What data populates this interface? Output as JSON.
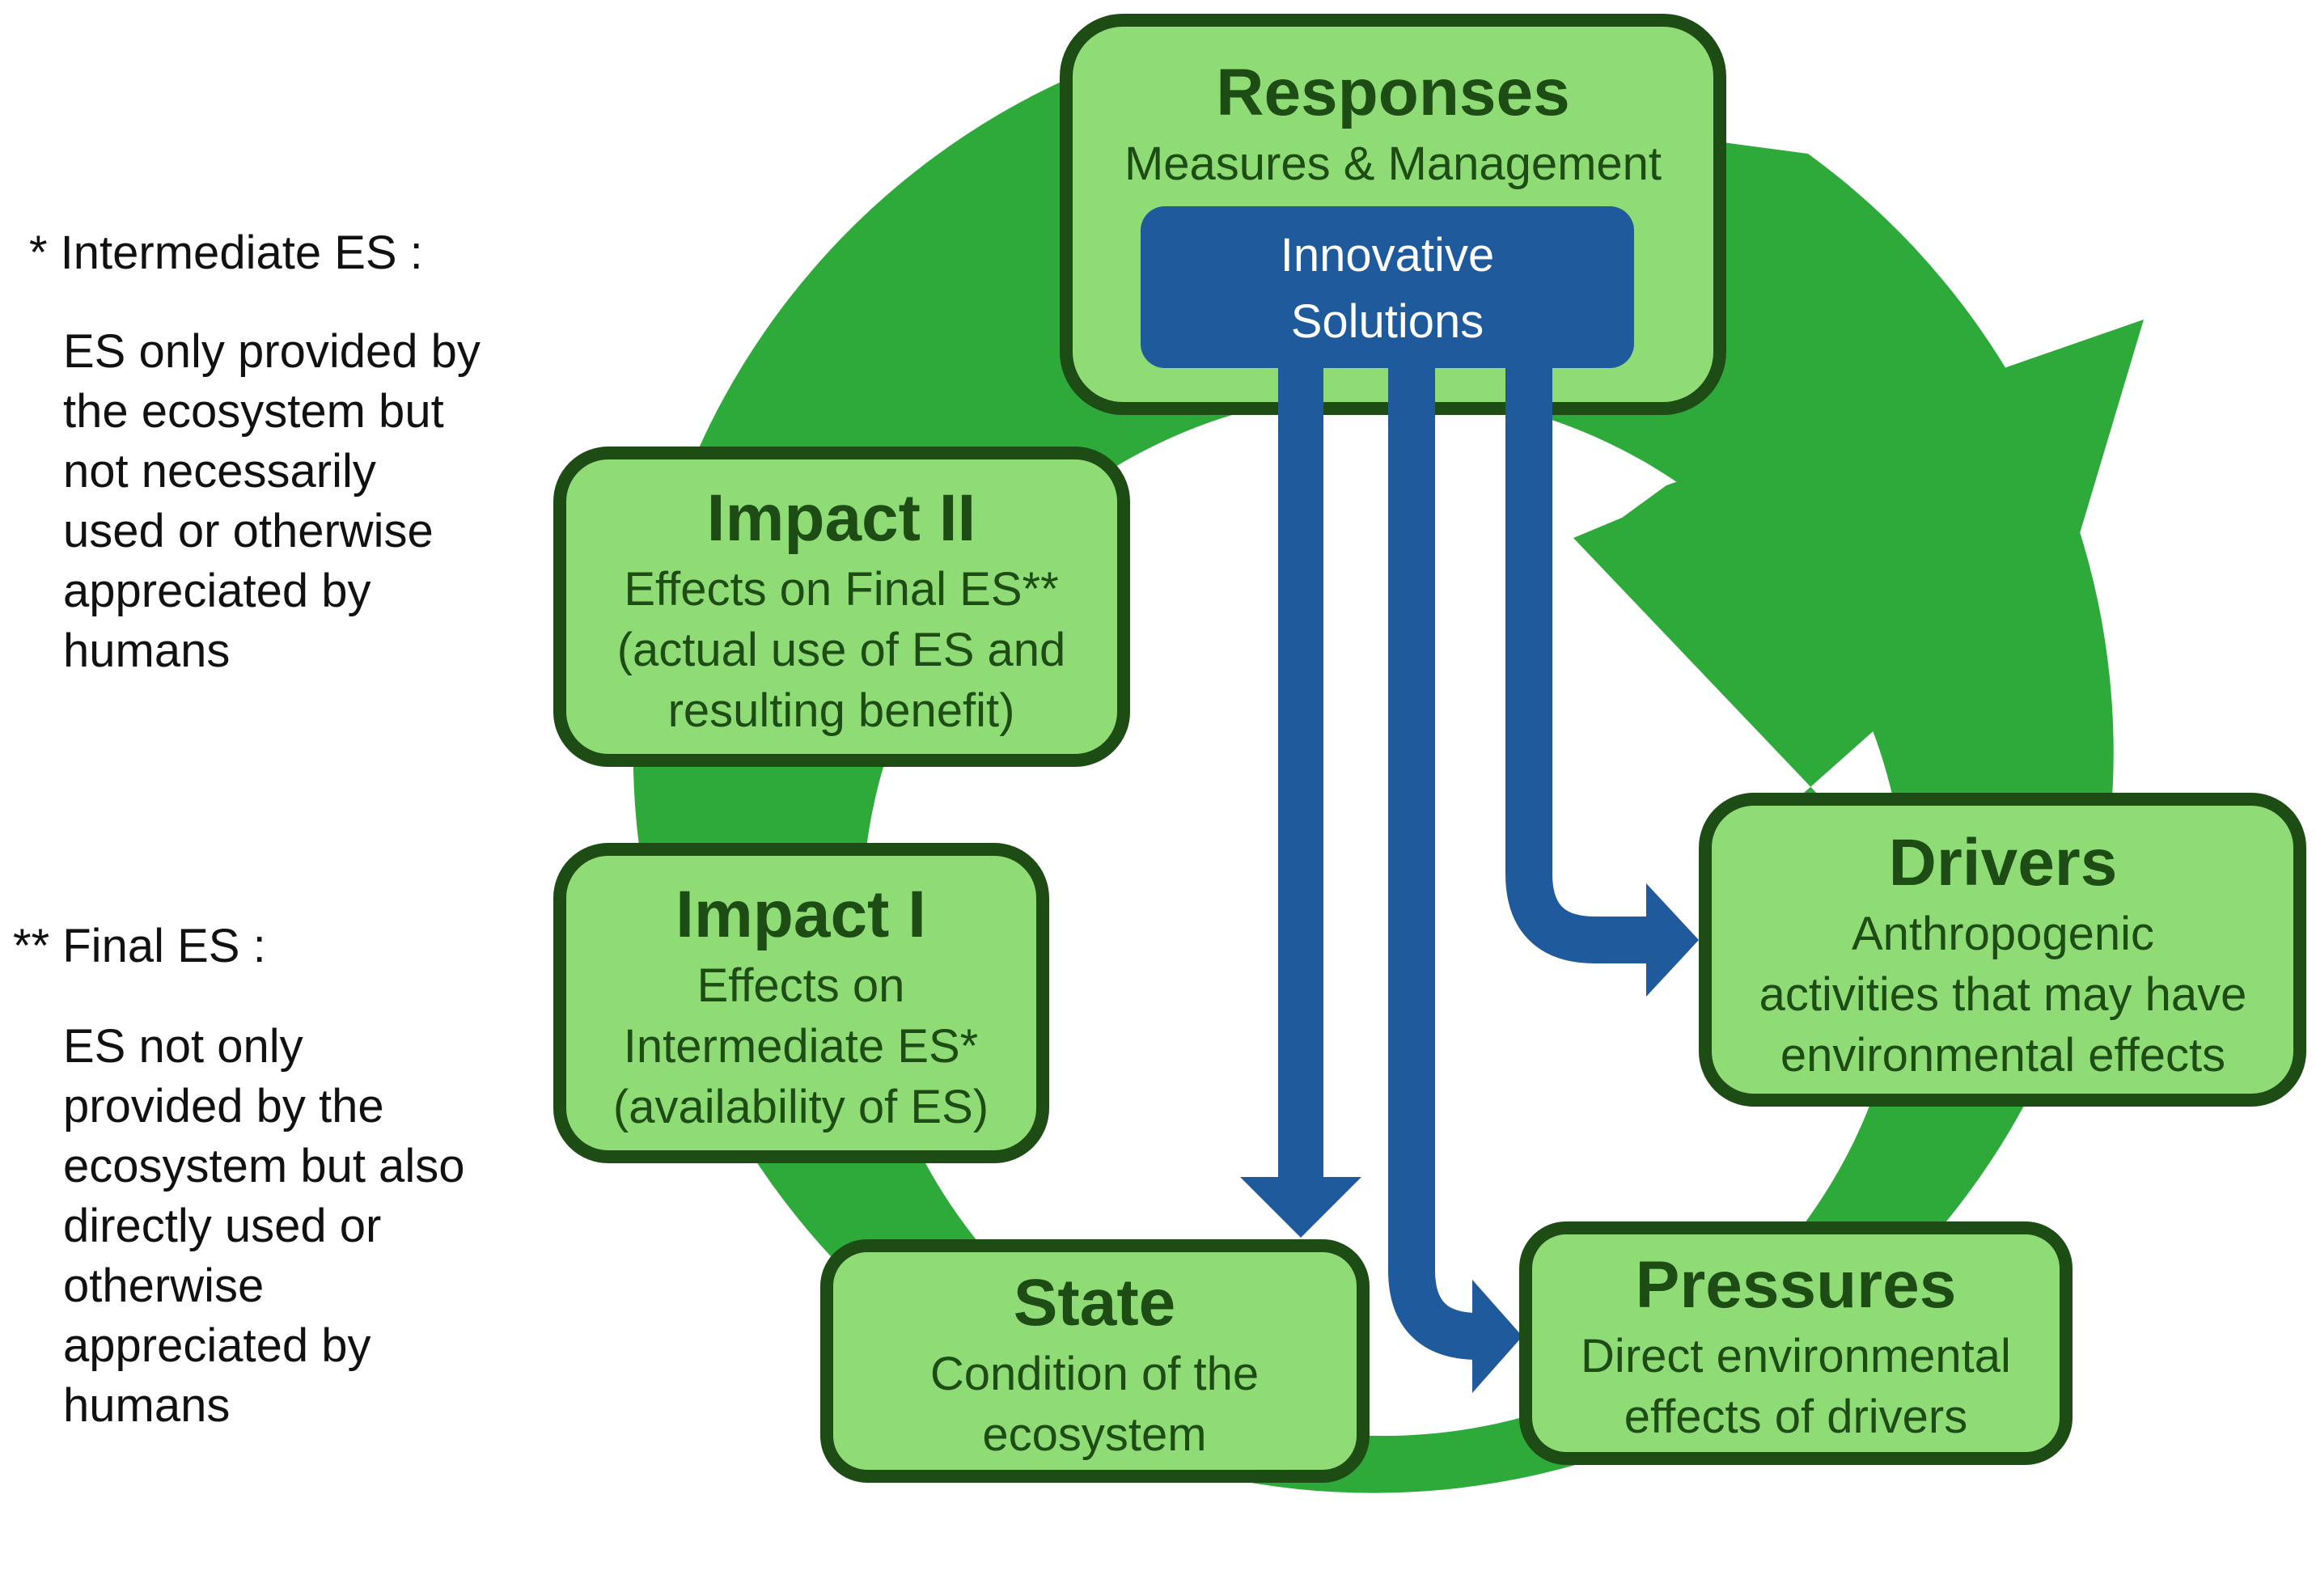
{
  "legend": {
    "intermediate": {
      "heading": "* Intermediate ES :",
      "description": "ES only provided by the ecosystem but not necessarily used or otherwise appreciated by humans"
    },
    "final": {
      "heading": "** Final ES :",
      "description": "ES not only provided by the ecosystem but also directly used or otherwise appreciated by humans"
    }
  },
  "boxes": {
    "responses": {
      "title": "Responses",
      "subtitle": "Measures & Management"
    },
    "innovative": {
      "line1": "Innovative",
      "line2": "Solutions"
    },
    "impact2": {
      "title": "Impact II",
      "lines": [
        "Effects on Final ES**",
        "(actual use of ES and",
        "resulting benefit)"
      ]
    },
    "impact1": {
      "title": "Impact I",
      "lines": [
        "Effects on",
        "Intermediate ES*",
        "(availability of ES)"
      ]
    },
    "drivers": {
      "title": "Drivers",
      "lines": [
        "Anthropogenic",
        "activities that may have",
        "environmental effects"
      ]
    },
    "state": {
      "title": "State",
      "lines": [
        "Condition of the",
        "ecosystem"
      ]
    },
    "pressures": {
      "title": "Pressures",
      "lines": [
        "Direct environmental",
        "effects of drivers"
      ]
    }
  },
  "colors": {
    "cycle_green": "#2eaa3a",
    "box_fill": "#8fdb76",
    "box_border": "#1d4d14",
    "box_text": "#1d4d14",
    "solution_blue": "#1f5a9c",
    "solution_text": "#ffffff"
  }
}
